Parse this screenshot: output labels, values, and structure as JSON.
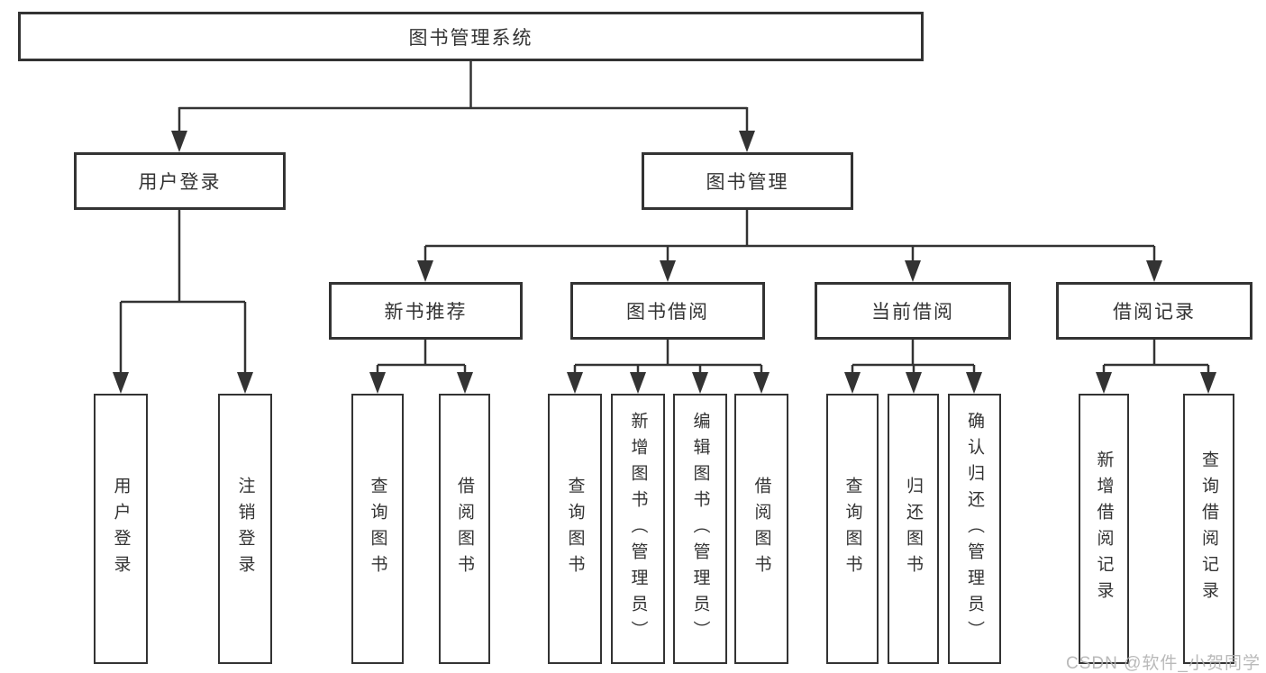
{
  "diagram": {
    "tree": {
      "root": {
        "label": "图书管理系统"
      },
      "branches": [
        {
          "label": "用户登录",
          "leaves": [
            "用户登录",
            "注销登录"
          ]
        },
        {
          "label": "图书管理",
          "sections": [
            {
              "label": "新书推荐",
              "leaves": [
                "查询图书",
                "借阅图书"
              ]
            },
            {
              "label": "图书借阅",
              "leaves": [
                "查询图书",
                "新增图书（管理员）",
                "编辑图书（管理员）",
                "借阅图书"
              ]
            },
            {
              "label": "当前借阅",
              "leaves": [
                "查询图书",
                "归还图书",
                "确认归还（管理员）"
              ]
            },
            {
              "label": "借阅记录",
              "leaves": [
                "新增借阅记录",
                "查询借阅记录"
              ]
            }
          ]
        }
      ]
    },
    "watermark": "CSDN @软件_小贺同学"
  },
  "colors": {
    "line": "#333333",
    "box_border": "#333333",
    "box_fill": "#ffffff",
    "text": "#333333",
    "watermark": "#b2b2b2",
    "background": "#ffffff"
  }
}
